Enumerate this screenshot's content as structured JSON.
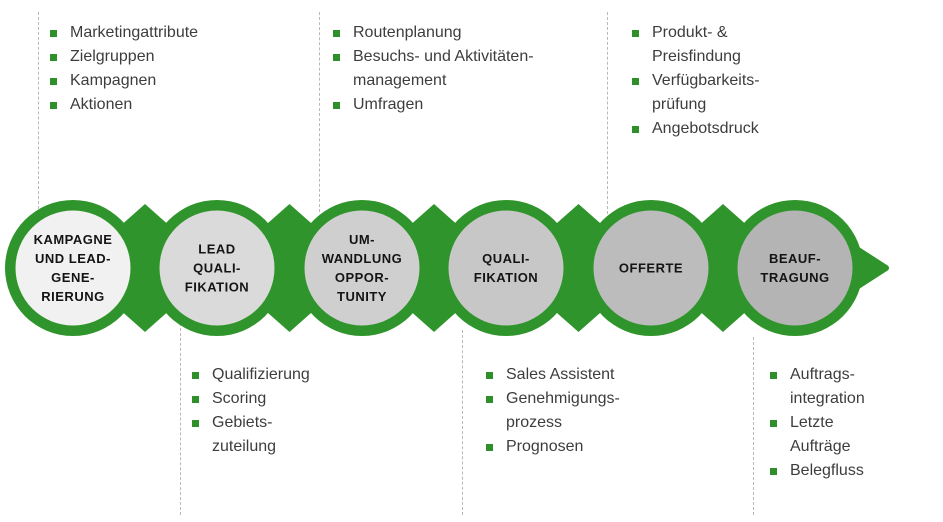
{
  "colors": {
    "accent_green": "#2f942b",
    "bullet_green": "#2e8f2b",
    "list_text": "#3d3d3d",
    "stage_label_text": "#141414",
    "dashed_line": "#b8b8b8",
    "background": "#ffffff"
  },
  "stages": [
    {
      "id": "kampagne-und-lead-generierung",
      "label_lines": [
        "KAMPAGNE",
        "UND LEAD-",
        "GENE-",
        "RIERUNG"
      ],
      "fill": "#f1f1f1"
    },
    {
      "id": "lead-qualifikation",
      "label_lines": [
        "LEAD",
        "QUALI-",
        "FIKATION"
      ],
      "fill": "#dadada"
    },
    {
      "id": "umwandlung-opportunity",
      "label_lines": [
        "UM-",
        "WANDLUNG",
        "OPPOR-",
        "TUNITY"
      ],
      "fill": "#cfcfcf"
    },
    {
      "id": "qualifikation",
      "label_lines": [
        "QUALI-",
        "FIKATION"
      ],
      "fill": "#c7c7c7"
    },
    {
      "id": "offerte",
      "label_lines": [
        "OFFERTE"
      ],
      "fill": "#bcbcbc"
    },
    {
      "id": "beauftragung",
      "label_lines": [
        "BEAUF-",
        "TRAGUNG"
      ],
      "fill": "#b4b4b4"
    }
  ],
  "top_lists": [
    {
      "items": [
        {
          "lines": [
            "Marketingattribute"
          ]
        },
        {
          "lines": [
            "Zielgruppen"
          ]
        },
        {
          "lines": [
            "Kampagnen"
          ]
        },
        {
          "lines": [
            "Aktionen"
          ]
        }
      ]
    },
    {
      "items": [
        {
          "lines": [
            "Routenplanung"
          ]
        },
        {
          "lines": [
            "Besuchs- und Aktivitäten-",
            "management"
          ]
        },
        {
          "lines": [
            "Umfragen"
          ]
        }
      ]
    },
    {
      "items": [
        {
          "lines": [
            "Produkt- &",
            "Preisfindung"
          ]
        },
        {
          "lines": [
            "Verfügbarkeits-",
            "prüfung"
          ]
        },
        {
          "lines": [
            "Angebotsdruck"
          ]
        }
      ]
    }
  ],
  "bottom_lists": [
    {
      "items": [
        {
          "lines": [
            "Qualifizierung"
          ]
        },
        {
          "lines": [
            "Scoring"
          ]
        },
        {
          "lines": [
            "Gebiets-",
            "zuteilung"
          ]
        }
      ]
    },
    {
      "items": [
        {
          "lines": [
            "Sales Assistent"
          ]
        },
        {
          "lines": [
            "Genehmigungs-",
            "prozess"
          ]
        },
        {
          "lines": [
            "Prognosen"
          ]
        }
      ]
    },
    {
      "items": [
        {
          "lines": [
            "Auftrags-",
            "integration"
          ]
        },
        {
          "lines": [
            "Letzte",
            "Aufträge"
          ]
        },
        {
          "lines": [
            "Belegfluss"
          ]
        }
      ]
    }
  ]
}
